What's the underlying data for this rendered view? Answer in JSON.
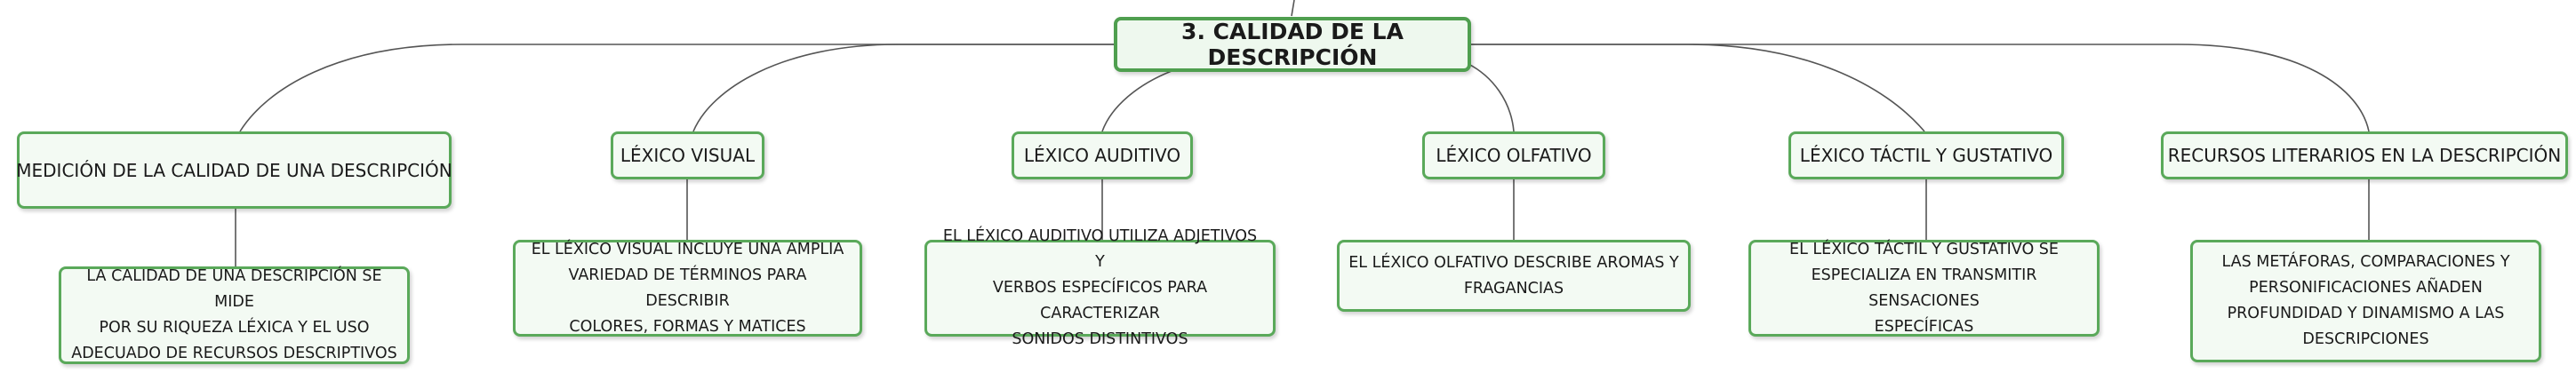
{
  "root": {
    "label": "3. CALIDAD DE LA DESCRIPCIÓN"
  },
  "children": [
    {
      "label": "MEDICIÓN DE LA CALIDAD DE UNA DESCRIPCIÓN",
      "detail_lines": [
        "LA CALIDAD DE UNA DESCRIPCIÓN SE MIDE",
        "POR SU RIQUEZA LÉXICA Y EL USO",
        "ADECUADO DE RECURSOS DESCRIPTIVOS"
      ]
    },
    {
      "label": "LÉXICO VISUAL",
      "detail_lines": [
        "EL LÉXICO VISUAL INCLUYE UNA AMPLIA",
        "VARIEDAD DE TÉRMINOS PARA DESCRIBIR",
        "COLORES, FORMAS Y MATICES"
      ]
    },
    {
      "label": "LÉXICO AUDITIVO",
      "detail_lines": [
        "EL LÉXICO AUDITIVO UTILIZA ADJETIVOS Y",
        "VERBOS ESPECÍFICOS PARA CARACTERIZAR",
        "SONIDOS DISTINTIVOS"
      ]
    },
    {
      "label": "LÉXICO OLFATIVO",
      "detail_lines": [
        "EL LÉXICO OLFATIVO DESCRIBE AROMAS Y",
        "FRAGANCIAS"
      ]
    },
    {
      "label": "LÉXICO TÁCTIL Y GUSTATIVO",
      "detail_lines": [
        "EL LÉXICO TÁCTIL Y GUSTATIVO SE",
        "ESPECIALIZA EN TRANSMITIR SENSACIONES",
        "ESPECÍFICAS"
      ]
    },
    {
      "label": "RECURSOS LITERARIOS EN LA DESCRIPCIÓN",
      "detail_lines": [
        "LAS METÁFORAS, COMPARACIONES Y",
        "PERSONIFICACIONES AÑADEN",
        "PROFUNDIDAD Y DINAMISMO A LAS",
        "DESCRIPCIONES"
      ]
    }
  ],
  "colors": {
    "node_border": "#5aa95a",
    "node_fill": "#f3faf3",
    "connector": "#555555",
    "text": "#1a1a1a"
  }
}
